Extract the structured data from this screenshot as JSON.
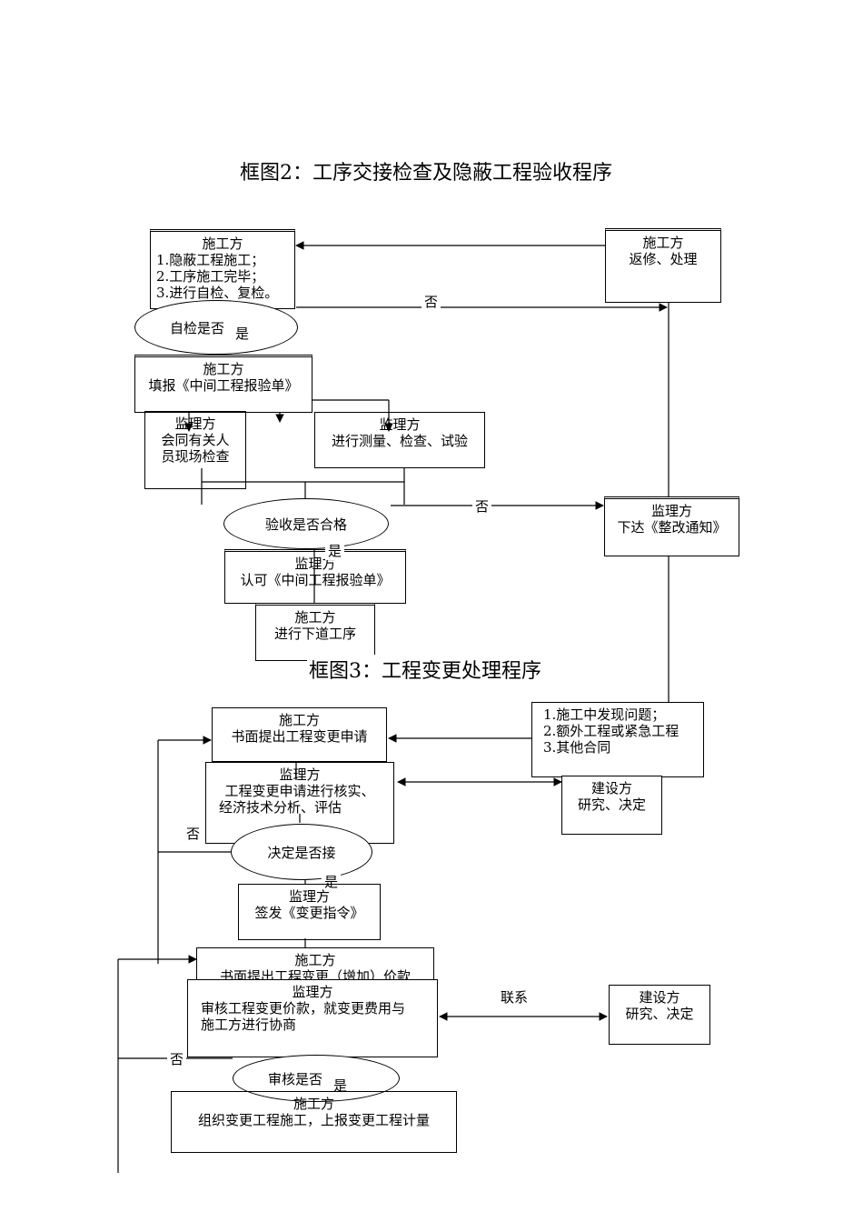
{
  "diagram2": {
    "title": "框图2：工序交接检查及隐蔽工程验收程序",
    "box_contractor_start": {
      "role": "施工方",
      "lines": [
        "1.隐蔽工程施工；",
        "2.工序施工完毕；",
        "3.进行自检、复检。"
      ]
    },
    "oval_selfcheck": "自检是否",
    "box_rework": {
      "role": "施工方",
      "lines": [
        "返修、处理"
      ]
    },
    "box_report": {
      "role": "施工方",
      "lines": [
        "填报《中间工程报验单》"
      ]
    },
    "box_site_check": {
      "role": "监理方",
      "lines": [
        "会同有关人",
        "员现场检查"
      ]
    },
    "box_measure": {
      "role": "监理方",
      "lines": [
        "进行测量、检查、试验"
      ]
    },
    "oval_accept": "验收是否合格",
    "box_rectify": {
      "role": "监理方",
      "lines": [
        "下达《整改通知》"
      ]
    },
    "box_approve": {
      "role": "监理方",
      "lines": [
        "认可《中间工程报验单》"
      ]
    },
    "box_next": {
      "role": "施工方",
      "lines": [
        "进行下道工序"
      ]
    },
    "labels": {
      "no1": "否",
      "yes1": "是",
      "no2": "否",
      "yes2": "是"
    }
  },
  "diagram3": {
    "title": "框图3：工程变更处理程序",
    "box_request": {
      "role": "施工方",
      "lines": [
        "书面提出工程变更申请"
      ]
    },
    "box_issues": {
      "lines": [
        "1.施工中发现问题；",
        "2.额外工程或紧急工程",
        "3.其他合同"
      ]
    },
    "box_verify": {
      "role": "监理方",
      "lines": [
        "工程变更申请进行核实、",
        "经济技术分析、评估"
      ]
    },
    "box_owner1": {
      "role": "建设方",
      "lines": [
        "研究、决定"
      ]
    },
    "oval_decide": "决定是否接",
    "box_order": {
      "role": "监理方",
      "lines": [
        "签发《变更指令》"
      ]
    },
    "box_price": {
      "role": "施工方",
      "lines": [
        "书面提出工程变更（增加）价款"
      ]
    },
    "box_review": {
      "role": "监理方",
      "lines": [
        "审核工程变更价款，就变更费用与",
        "施工方进行协商"
      ]
    },
    "box_owner2": {
      "role": "建设方",
      "lines": [
        "研究、决定"
      ]
    },
    "oval_review": "审核是否",
    "box_execute": {
      "role": "施工方",
      "lines": [
        "组织变更工程施工，上报变更工程计量"
      ]
    },
    "labels": {
      "no1": "否",
      "yes1": "是",
      "contact": "联系",
      "no2": "否",
      "yes2": "是"
    }
  }
}
